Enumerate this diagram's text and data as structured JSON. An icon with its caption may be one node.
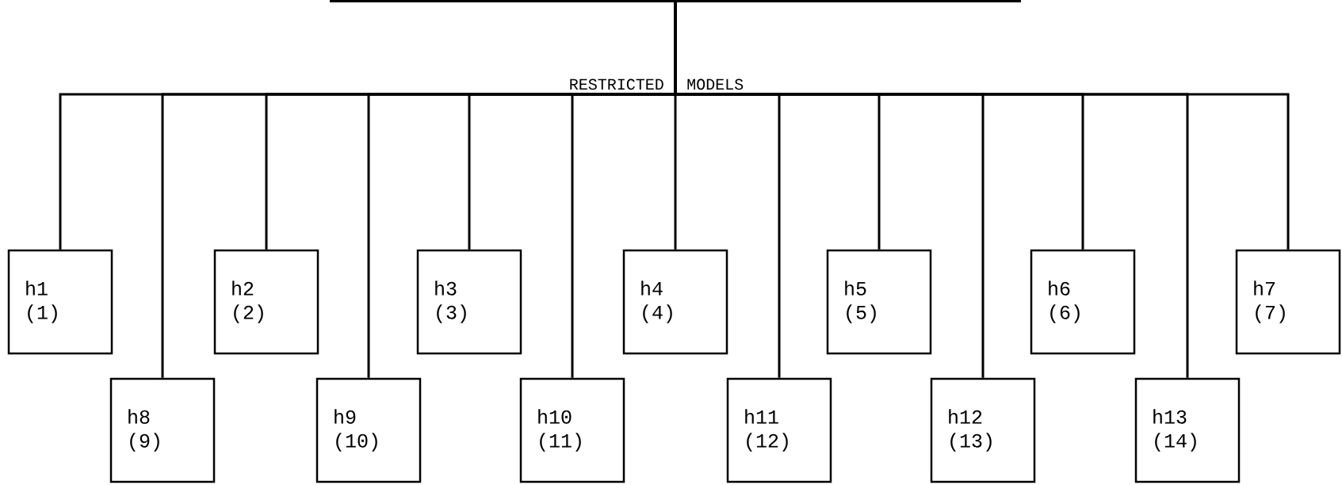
{
  "diagram": {
    "nodes": [
      {
        "text": [],
        "shape": "bar"
      },
      {
        "text": [
          "h1",
          "(1)"
        ]
      },
      {
        "text": [
          "h2",
          "(2)"
        ]
      },
      {
        "text": [
          "h3",
          "(3)"
        ]
      },
      {
        "text": [
          "h4",
          "(4)"
        ]
      },
      {
        "text": [
          "h5",
          "(5)"
        ]
      },
      {
        "text": [
          "h6",
          "(6)"
        ]
      },
      {
        "text": [
          "h7",
          "(7)"
        ]
      },
      {
        "text": [
          "h8",
          "(9)"
        ]
      },
      {
        "text": [
          "h9",
          "(10)"
        ]
      },
      {
        "text": [
          "h10",
          "(11)"
        ]
      },
      {
        "text": [
          "h11",
          "(12)"
        ]
      },
      {
        "text": [
          "h12",
          "(13)"
        ]
      },
      {
        "text": [
          "h13",
          "(14)"
        ]
      }
    ],
    "edges": [
      {
        "from": 0,
        "to": 1,
        "arrow": "none"
      },
      {
        "from": 0,
        "to": 2,
        "arrow": "none"
      },
      {
        "from": 0,
        "to": 3,
        "arrow": "none"
      },
      {
        "from": 0,
        "to": 4,
        "arrow": "none"
      },
      {
        "from": 0,
        "to": 5,
        "arrow": "none"
      },
      {
        "from": 0,
        "to": 6,
        "arrow": "none"
      },
      {
        "from": 0,
        "to": 7,
        "arrow": "none"
      },
      {
        "from": 0,
        "to": 8,
        "arrow": "none"
      },
      {
        "from": 0,
        "to": 9,
        "arrow": "none"
      },
      {
        "from": 0,
        "to": 10,
        "arrow": "none"
      },
      {
        "from": 0,
        "to": 11,
        "arrow": "none"
      },
      {
        "from": 0,
        "to": 12,
        "arrow": "none"
      },
      {
        "from": 0,
        "to": 13,
        "arrow": "none"
      }
    ],
    "labels": [
      "RESTRICTED",
      "MODELS"
    ]
  }
}
